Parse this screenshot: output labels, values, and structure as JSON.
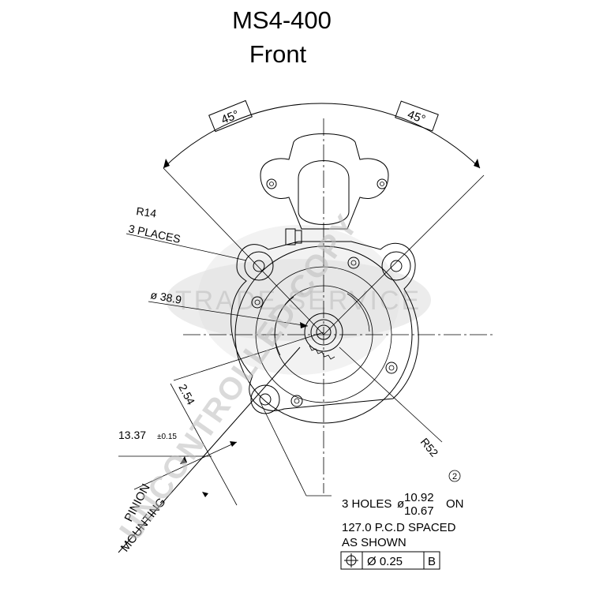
{
  "title": {
    "line1": "MS4-400",
    "line2": "Front"
  },
  "dimensions": {
    "angle_left": "45°",
    "angle_right": "45°",
    "radius_label": "R14",
    "radius_places": "3 PLACES",
    "diameter": "ø 38.9",
    "offset": "2.54",
    "pinion_dim": "13.37",
    "pinion_tol": "±0.15",
    "outer_radius": "R52",
    "note_ref": "2"
  },
  "labels": {
    "pinion": "PINION",
    "mounting": "MOUNTING"
  },
  "notes": {
    "holes_prefix": "3 HOLES",
    "hole_dia_upper": "10.92",
    "hole_dia_lower": "10.67",
    "holes_suffix": "ON",
    "pcd_line": "127.0 P.C.D SPACED",
    "as_shown": "AS SHOWN",
    "tolerance_value": "Ø 0.25",
    "datum": "B"
  },
  "watermark": {
    "stamp": "UNCONTROLLED COPY",
    "oval": "TRADE SERVICE"
  }
}
